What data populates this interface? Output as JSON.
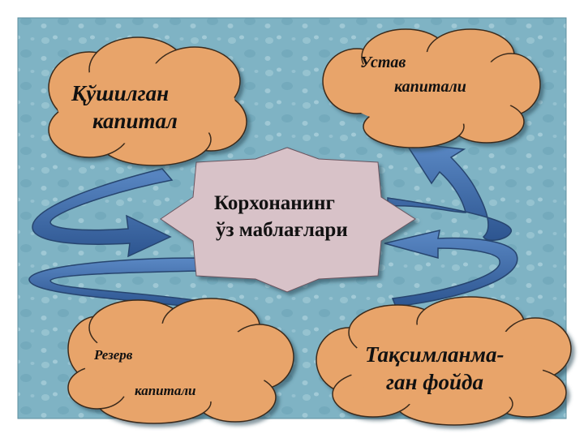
{
  "center": {
    "line1": "Корхонанинг",
    "line2": "ўз маблағлари"
  },
  "clouds": {
    "top_left": {
      "line1": "Қўшилган",
      "line2": "капитал"
    },
    "top_right": {
      "line1": "Устав",
      "line2": "капитали"
    },
    "bottom_left": {
      "line1": "Резерв",
      "line2": "капитали"
    },
    "bottom_right": {
      "line1": "Тақсимланма-",
      "line2": "ган фойда"
    }
  },
  "colors": {
    "background": "#7fb3c4",
    "cloud_fill": "#e8a46a",
    "star_fill": "#d8c2c8",
    "arrow_fill": "#3f6aa8"
  }
}
